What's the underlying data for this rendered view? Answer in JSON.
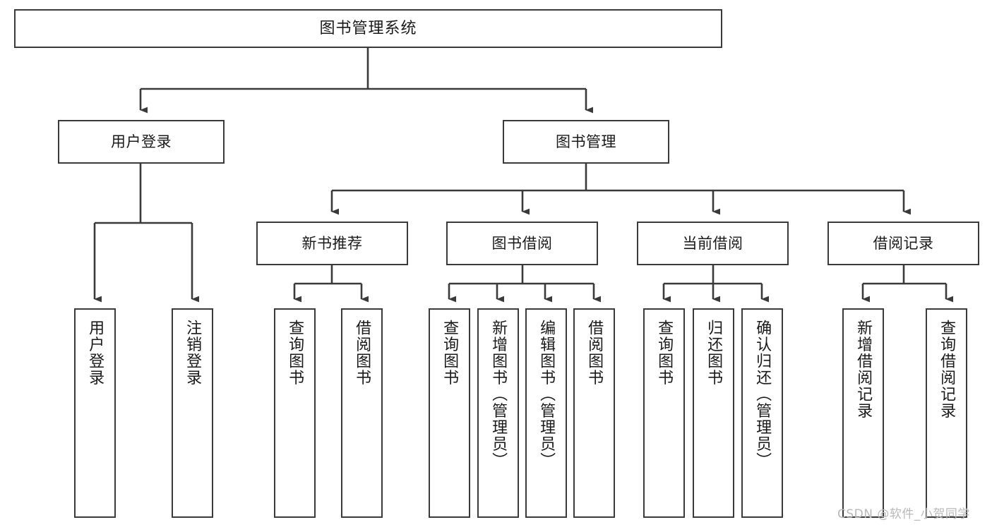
{
  "diagram": {
    "title": "图书管理系统",
    "type": "tree",
    "orientation": "top-down",
    "colors": {
      "box_border": "#3a3a3a",
      "box_fill": "#ffffff",
      "edge": "#3a3a3a",
      "text": "#1a1a1a",
      "watermark": "#b9b9b9",
      "background": "#ffffff"
    },
    "nodes": {
      "root": {
        "label": "图书管理系统"
      },
      "level2": [
        {
          "label": "用户登录"
        },
        {
          "label": "图书管理"
        }
      ],
      "level3": [
        {
          "label": "新书推荐"
        },
        {
          "label": "图书借阅"
        },
        {
          "label": "当前借阅"
        },
        {
          "label": "借阅记录"
        }
      ],
      "leaves": {
        "user_login": [
          {
            "label": "用户登录"
          },
          {
            "label": "注销登录"
          }
        ],
        "new_book_recommend": [
          {
            "label": "查询图书"
          },
          {
            "label": "借阅图书"
          }
        ],
        "book_borrow": [
          {
            "label": "查询图书"
          },
          {
            "label": "新增图书（管理员）"
          },
          {
            "label": "编辑图书（管理员）"
          },
          {
            "label": "借阅图书"
          }
        ],
        "current_borrow": [
          {
            "label": "查询图书"
          },
          {
            "label": "归还图书"
          },
          {
            "label": "确认归还（管理员）"
          }
        ],
        "borrow_record": [
          {
            "label": "新增借阅记录"
          },
          {
            "label": "查询借阅记录"
          }
        ]
      }
    },
    "watermark": "CSDN @软件_小贺同学"
  }
}
